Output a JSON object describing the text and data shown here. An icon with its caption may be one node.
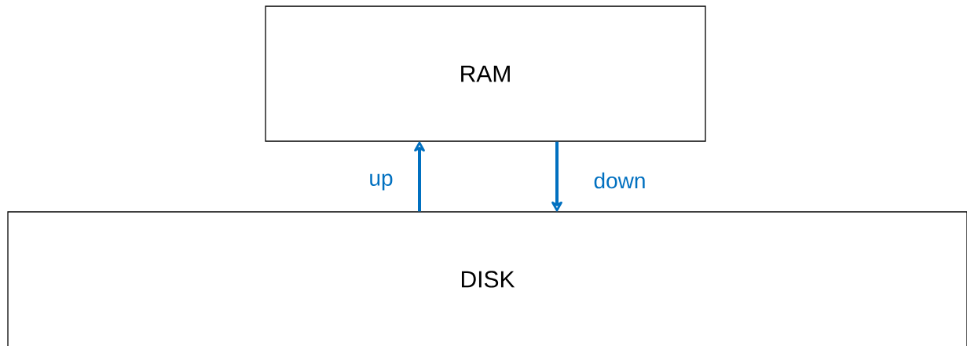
{
  "diagram": {
    "nodes": [
      {
        "text": [
          "RAM"
        ]
      },
      {
        "text": [
          "DISK"
        ]
      }
    ],
    "edges": [
      {
        "from": 1,
        "to": 0,
        "arrow": "to",
        "label": "up",
        "color": "#0070c0"
      },
      {
        "from": 0,
        "to": 1,
        "arrow": "to",
        "label": "down",
        "color": "#0070c0"
      }
    ]
  }
}
